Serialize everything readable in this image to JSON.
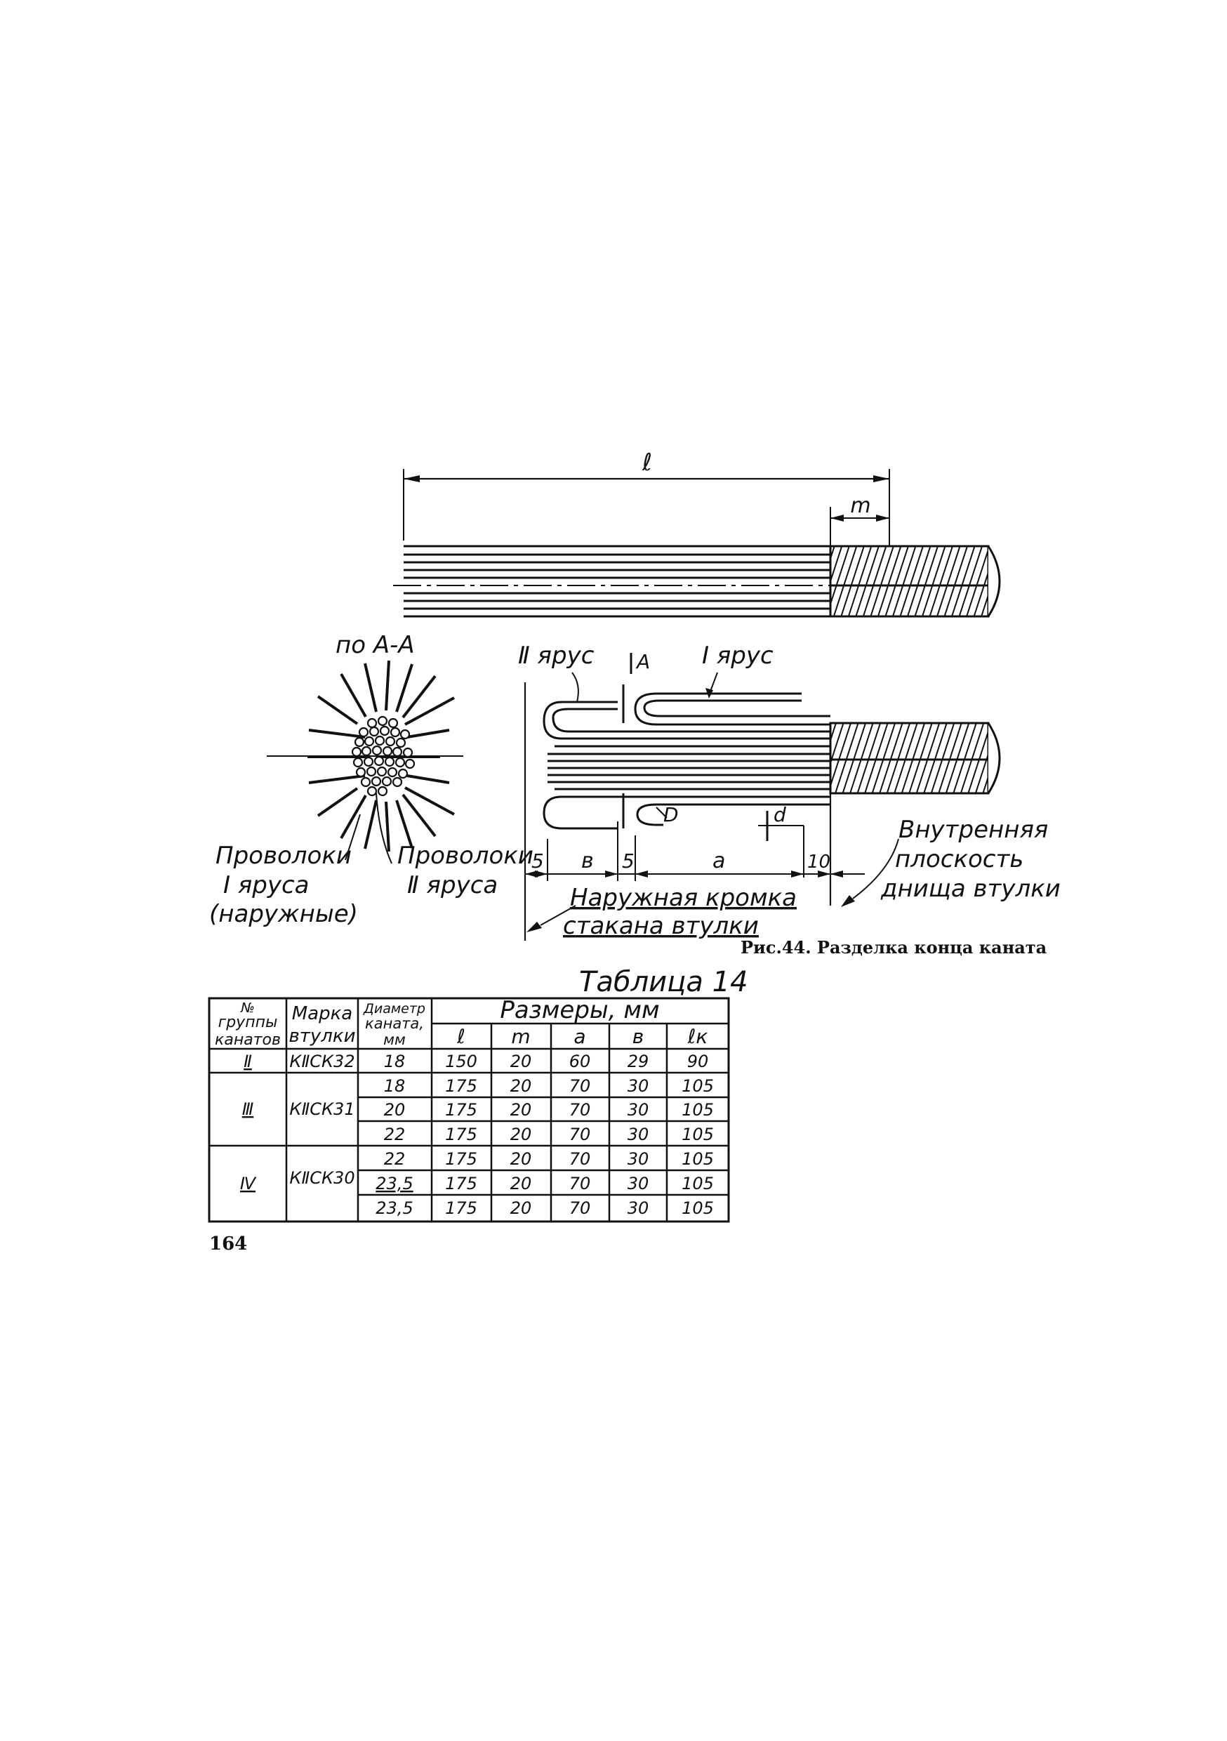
{
  "figure": {
    "dim_l": "ℓ",
    "dim_m": "m",
    "section_label": "по А-А",
    "tier2_label": "Ⅱ ярус",
    "tier1_label": "Ⅰ ярус",
    "cut_mark": "А",
    "dim_D": "D",
    "dim_d": "d",
    "dim_5_left": "5",
    "dim_b": "в",
    "dim_5_right": "5",
    "dim_a": "а",
    "dim_10": "10",
    "wires_outer": [
      "Проволоки",
      "Ⅰ яруса",
      "(наружные)"
    ],
    "wires_inner": [
      "Проволоки",
      "Ⅱ яруса"
    ],
    "inner_plane": [
      "Внутренняя",
      "плоскость",
      "днища втулки"
    ],
    "outer_edge": [
      "Наружная кромка",
      "стакана втулки"
    ],
    "caption": "Рис.44. Разделка конца каната"
  },
  "table": {
    "title": "Таблица 14",
    "headers": {
      "group": [
        "№",
        "группы",
        "канатов"
      ],
      "brand": [
        "Марка",
        "втулки"
      ],
      "diameter": [
        "Диаметр",
        "каната,",
        "мм"
      ],
      "sizes": "Размеры, мм",
      "cols": [
        "ℓ",
        "m",
        "а",
        "в",
        "ℓк"
      ]
    },
    "groups": [
      {
        "group": "Ⅱ",
        "brand": "КⅡСК32",
        "rows": [
          [
            "18",
            "150",
            "20",
            "60",
            "29",
            "90"
          ]
        ]
      },
      {
        "group": "Ⅲ",
        "brand": "КⅡСК31",
        "rows": [
          [
            "18",
            "175",
            "20",
            "70",
            "30",
            "105"
          ],
          [
            "20",
            "175",
            "20",
            "70",
            "30",
            "105"
          ],
          [
            "22",
            "175",
            "20",
            "70",
            "30",
            "105"
          ]
        ]
      },
      {
        "group": "Ⅳ",
        "brand": "КⅡСК30",
        "rows": [
          [
            "22",
            "175",
            "20",
            "70",
            "30",
            "105"
          ],
          [
            "23,5",
            "175",
            "20",
            "70",
            "30",
            "105"
          ],
          [
            "23,5",
            "175",
            "20",
            "70",
            "30",
            "105"
          ]
        ]
      }
    ]
  },
  "page_number": "164"
}
